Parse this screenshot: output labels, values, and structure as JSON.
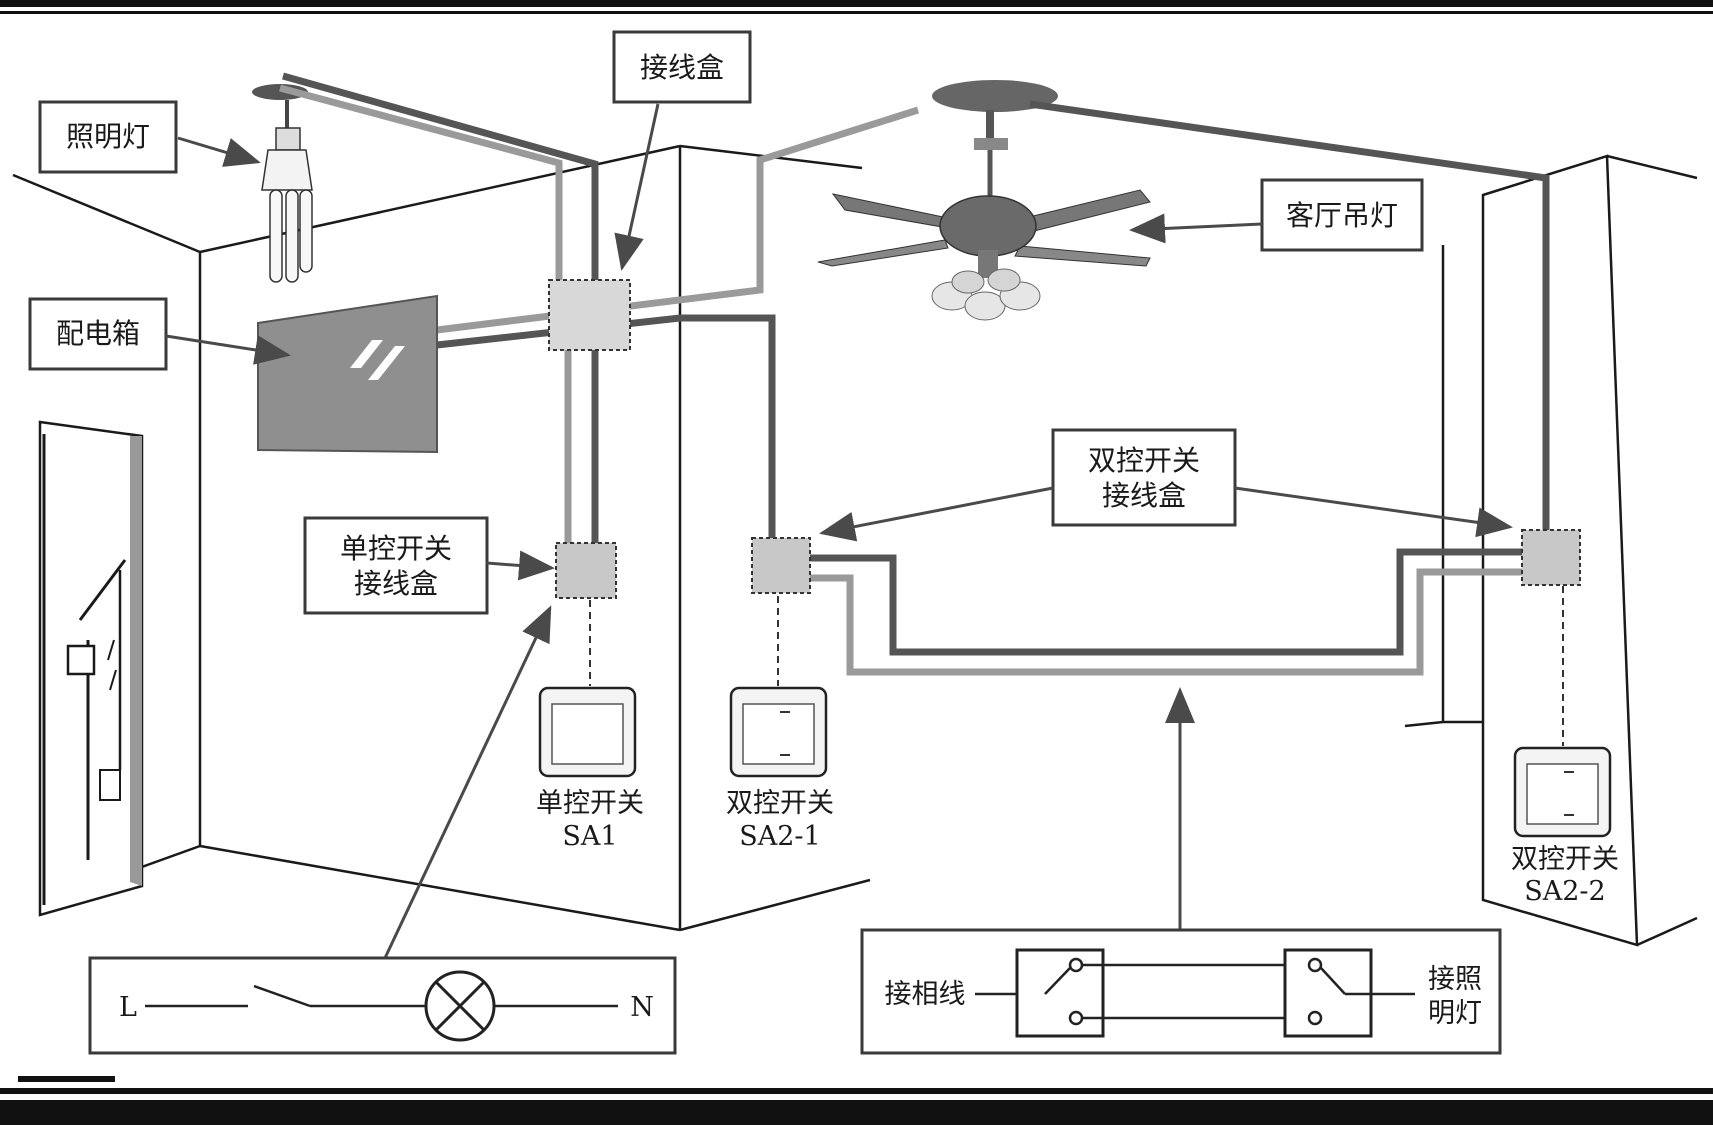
{
  "labels": {
    "lighting_lamp": "照明灯",
    "junction_box": "接线盒",
    "distribution_box": "配电箱",
    "living_room_lamp": "客厅吊灯",
    "double_switch_box_l1": "双控开关",
    "double_switch_box_l2": "接线盒",
    "single_switch_box_l1": "单控开关",
    "single_switch_box_l2": "接线盒"
  },
  "switches": {
    "sa1": {
      "name": "单控开关",
      "code": "SA1"
    },
    "sa2_1": {
      "name": "双控开关",
      "code": "SA2-1"
    },
    "sa2_2": {
      "name": "双控开关",
      "code": "SA2-2"
    }
  },
  "circuit_single": {
    "left": "L",
    "right": "N"
  },
  "circuit_double": {
    "left": "接相线",
    "right_l1": "接照",
    "right_l2": "明灯"
  },
  "colors": {
    "wire_dark": "#555555",
    "wire_light": "#9a9a9a",
    "panel": "#8f8f8f"
  }
}
